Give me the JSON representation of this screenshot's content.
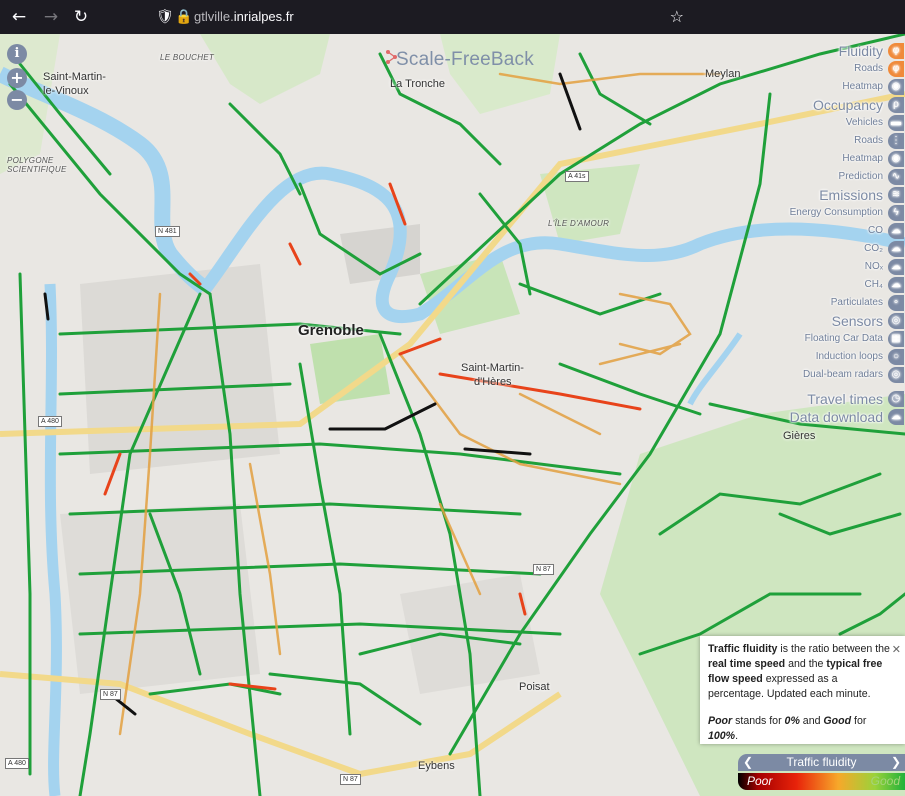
{
  "browser": {
    "url_domain": "gtlville.inrialpes.fr",
    "url_prefix": "gtlville.",
    "url_host": "inrialpes.fr"
  },
  "brand": {
    "name": "Scale-FreeBack"
  },
  "icons": {
    "back": "back-arrow-icon",
    "forward": "forward-arrow-icon",
    "reload": "reload-icon",
    "shield": "shield-icon",
    "lock": "lock-icon",
    "star": "bookmark-star-icon"
  },
  "map": {
    "places": {
      "grenoble": "Grenoble",
      "saint_martin_vinoux_1": "Saint-Martin-",
      "saint_martin_vinoux_2": "le-Vinoux",
      "la_tronche": "La Tronche",
      "meylan": "Meylan",
      "saint_martin_heres_1": "Saint-Martin-",
      "saint_martin_heres_2": "d'Hères",
      "poisat": "Poisat",
      "eybens": "Eybens",
      "gieres": "Gières",
      "polygone_1": "POLYGONE",
      "polygone_2": "SCIENTIFIQUE",
      "le_bouchet": "LE BOUCHET",
      "ile_amour": "L'ÎLE D'AMOUR"
    },
    "road_shields": {
      "a41": "A 41s",
      "n481": "N 481",
      "a480": "A 480",
      "n87a": "N 87",
      "n87b": "N 87",
      "n87c": "N 87",
      "a480b": "A 480"
    },
    "colors": {
      "good": "#20a03a",
      "medium": "#e3a040",
      "poor": "#e8431a",
      "stopped": "#111111",
      "water": "#9fd0ee",
      "park": "#c5e2b3"
    }
  },
  "panel": {
    "fluidity": "Fluidity",
    "roads_1": "Roads",
    "heatmap_1": "Heatmap",
    "occupancy": "Occupancy",
    "vehicles": "Vehicles",
    "roads_2": "Roads",
    "heatmap_2": "Heatmap",
    "prediction": "Prediction",
    "emissions": "Emissions",
    "energy": "Energy Consumption",
    "co": "CO",
    "co2": "CO₂",
    "nox": "NOₓ",
    "ch4": "CH₄",
    "particulates": "Particulates",
    "sensors": "Sensors",
    "floating": "Floating Car Data",
    "induction": "Induction loops",
    "dualbeam": "Dual-beam radars",
    "travel": "Travel times",
    "download": "Data download"
  },
  "info_box": {
    "t1": "Traffic fluidity",
    "t2": " is the ratio between the ",
    "t3": "real time speed",
    "t4": " and the ",
    "t5": "typical free flow speed",
    "t6": " expressed as a percentage. Updated each minute.",
    "p2a": "Poor",
    "p2b": " stands for ",
    "p2c": "0%",
    "p2d": " and ",
    "p2e": "Good",
    "p2f": " for ",
    "p2g": "100%",
    "p2h": "."
  },
  "legend": {
    "title": "Traffic fluidity",
    "poor": "Poor",
    "good": "Good"
  }
}
